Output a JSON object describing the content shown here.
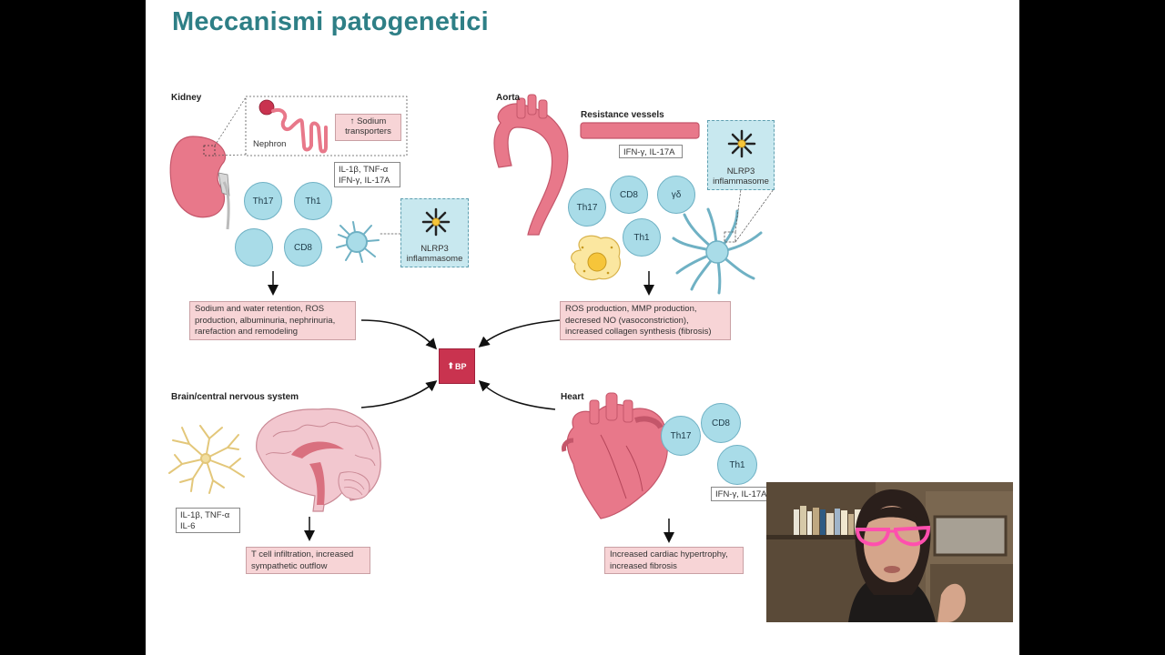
{
  "slide": {
    "title": "Meccanismi patogenetici"
  },
  "kidney": {
    "label": "Kidney",
    "nephron_label": "Nephron",
    "sodium_box": "↑ Sodium transporters",
    "cytokines": [
      "IL-1β, TNF-α",
      "IFN-γ, IL-17A"
    ],
    "cells": [
      "Th17",
      "Th1",
      "",
      "CD8"
    ],
    "nlrp3": [
      "NLRP3",
      "inflammasome"
    ],
    "effect": "Sodium and water retention, ROS production, albuminuria, nephrinuria, rarefaction and remodeling"
  },
  "aorta": {
    "label": "Aorta",
    "resistance_label": "Resistance vessels",
    "cytokines": "IFN-γ, IL-17A",
    "nlrp3": [
      "NLRP3",
      "inflammasome"
    ],
    "cells": [
      "Th17",
      "CD8",
      "γδ",
      "Th1"
    ],
    "effect": "ROS production, MMP production, decresed NO (vasoconstriction), increased collagen synthesis (fibrosis)"
  },
  "center": {
    "bp": "BP"
  },
  "brain": {
    "label": "Brain/central nervous system",
    "cytokines": [
      "IL-1β, TNF-α",
      "IL-6"
    ],
    "effect": "T cell infiltration, increased sympathetic outflow"
  },
  "heart": {
    "label": "Heart",
    "cells": [
      "Th17",
      "CD8",
      "Th1"
    ],
    "cytokines": "IFN-γ, IL-17A",
    "effect": "Increased cardiac hypertrophy, increased fibrosis"
  },
  "colors": {
    "title": "#2e7f86",
    "organ_pink": "#e8788a",
    "cell_blue": "#a9dce8",
    "effect_pink": "#f7d4d6",
    "bp_red": "#c9334f"
  }
}
